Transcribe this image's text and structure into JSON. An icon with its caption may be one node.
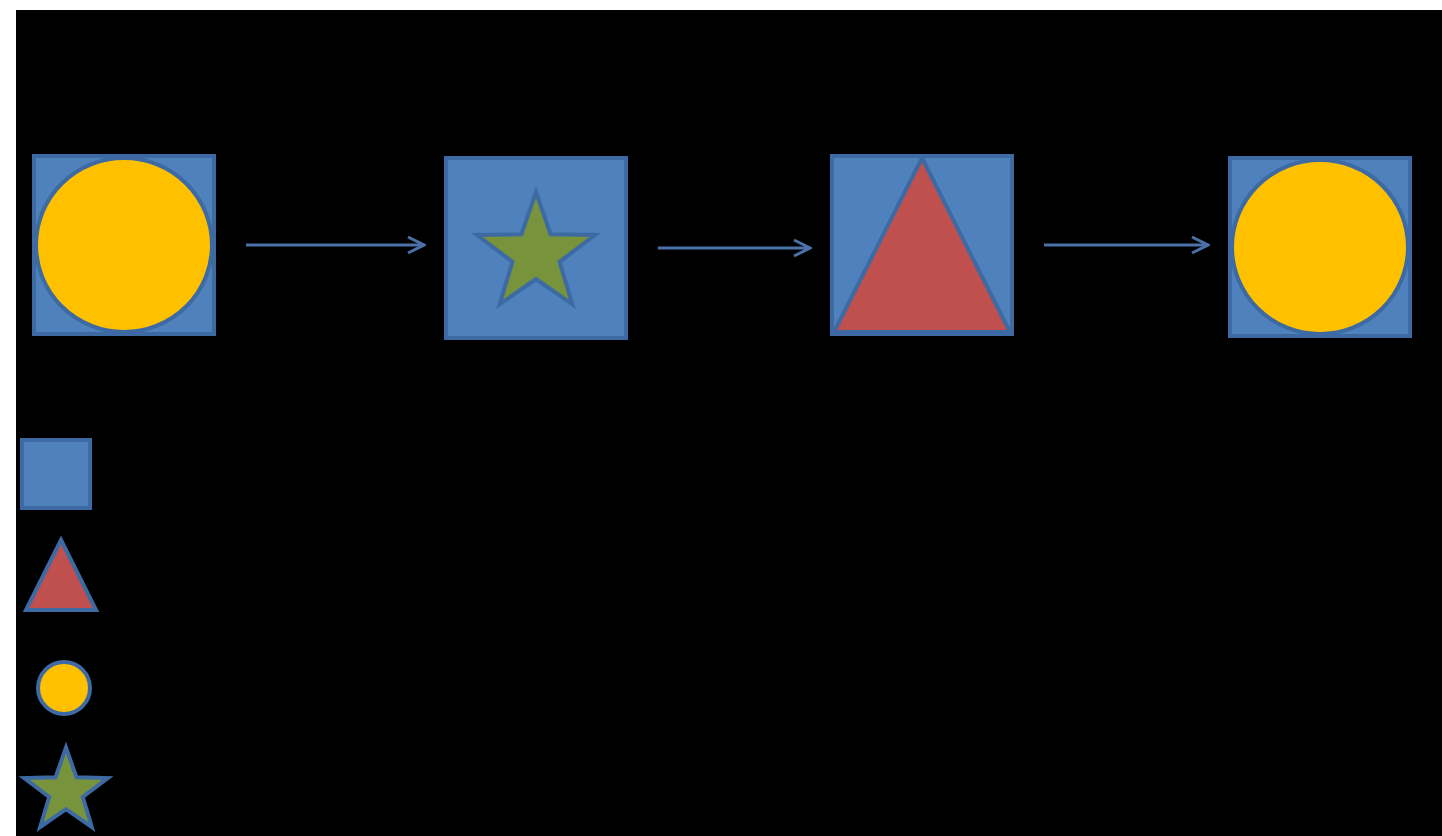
{
  "diagram": {
    "nodes": [
      {
        "text": [],
        "shape": "box"
      },
      {
        "text": [],
        "shape": "circle",
        "in": 0
      },
      {
        "text": [],
        "shape": "box"
      },
      {
        "text": [],
        "shape": "star",
        "in": 2
      },
      {
        "text": [],
        "shape": "box"
      },
      {
        "text": [],
        "shape": "triangle",
        "in": 4
      },
      {
        "text": [],
        "shape": "box"
      },
      {
        "text": [],
        "shape": "circle",
        "in": 6
      },
      {
        "text": [],
        "shape": "box"
      },
      {
        "text": [],
        "shape": "triangle"
      },
      {
        "text": [],
        "shape": "circle"
      },
      {
        "text": [],
        "shape": "star"
      }
    ],
    "edges": [
      {
        "from": 0,
        "to": 2,
        "arrow": "to"
      },
      {
        "from": 2,
        "to": 4,
        "arrow": "to"
      },
      {
        "from": 4,
        "to": 6,
        "arrow": "to"
      }
    ]
  }
}
